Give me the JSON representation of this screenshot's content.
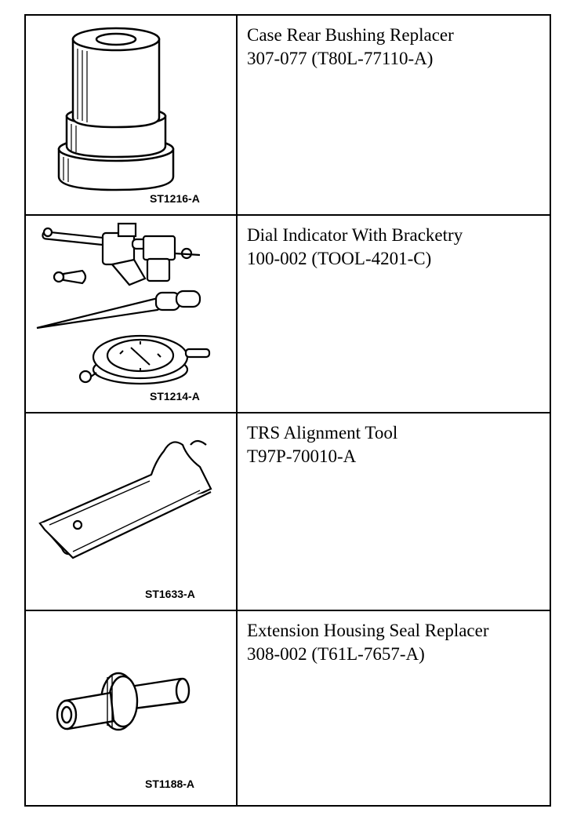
{
  "tools": [
    {
      "name": "Case Rear Bushing Replacer",
      "number": "307-077 (T80L-77110-A)",
      "figure_code": "ST1216-A",
      "icon": "bushing-replacer-icon"
    },
    {
      "name": "Dial Indicator With Bracketry",
      "number": "100-002 (TOOL-4201-C)",
      "figure_code": "ST1214-A",
      "icon": "dial-indicator-icon"
    },
    {
      "name": "TRS Alignment Tool",
      "number": "T97P-70010-A",
      "figure_code": "ST1633-A",
      "icon": "alignment-tool-icon"
    },
    {
      "name": "Extension Housing Seal Replacer",
      "number": "308-002 (T61L-7657-A)",
      "figure_code": "ST1188-A",
      "icon": "seal-replacer-icon"
    }
  ]
}
